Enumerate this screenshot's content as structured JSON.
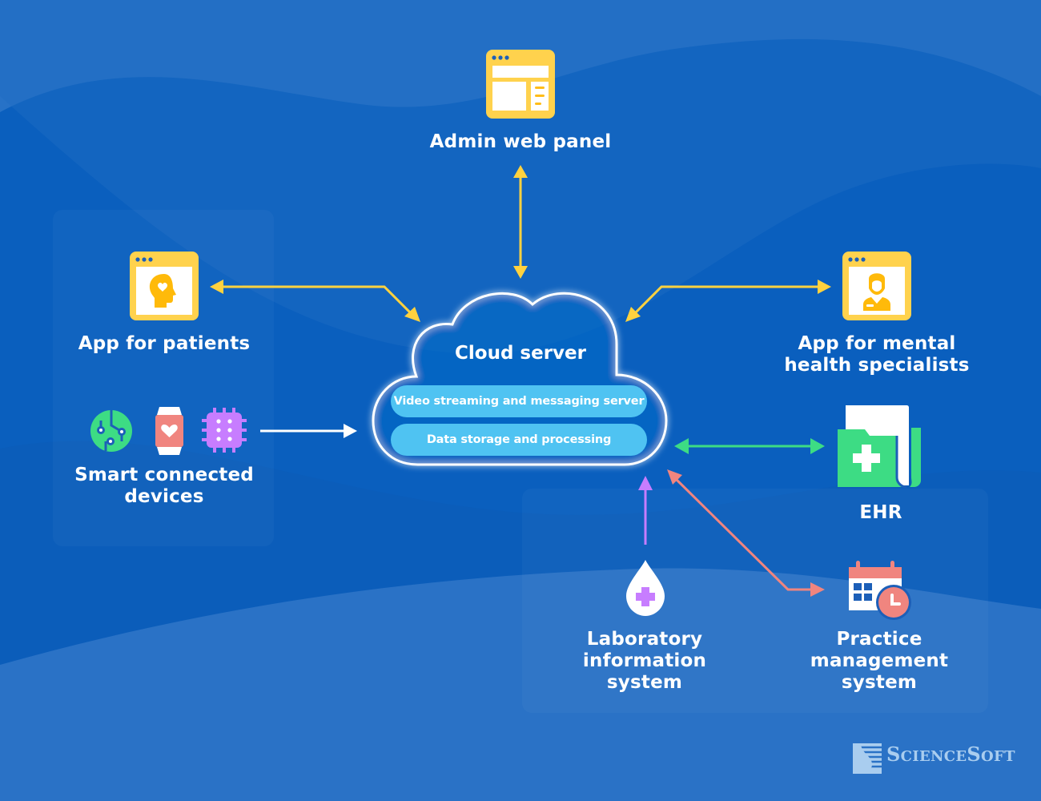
{
  "diagram": {
    "title": "Cloud server",
    "cloud_components": [
      "Video streaming and messaging server",
      "Data storage and processing"
    ],
    "nodes": {
      "admin_panel": {
        "label": "Admin web panel",
        "icon": "browser-window-layout-icon"
      },
      "patient_app": {
        "label": "App for patients",
        "icon": "head-with-heart-icon"
      },
      "specialist_app": {
        "label_line1": "App for mental",
        "label_line2": "health specialists",
        "icon": "doctor-avatar-icon"
      },
      "devices": {
        "label_line1": "Smart connected",
        "label_line2": "devices",
        "icons": [
          "circuit-sphere-icon",
          "smartwatch-heart-icon",
          "microchip-icon"
        ]
      },
      "ehr": {
        "label": "EHR",
        "icon": "medical-folder-icon"
      },
      "lis": {
        "label_line1": "Laboratory",
        "label_line2": "information",
        "label_line3": "system",
        "icon": "blood-drop-cross-icon"
      },
      "pms": {
        "label_line1": "Practice",
        "label_line2": "management",
        "label_line3": "system",
        "icon": "calendar-clock-icon"
      }
    },
    "connections": [
      {
        "from": "admin_panel",
        "to": "cloud",
        "direction": "bidirectional",
        "color": "#ffd23f"
      },
      {
        "from": "patient_app",
        "to": "cloud",
        "direction": "bidirectional",
        "color": "#ffd23f"
      },
      {
        "from": "specialist_app",
        "to": "cloud",
        "direction": "bidirectional",
        "color": "#ffd23f"
      },
      {
        "from": "devices",
        "to": "cloud",
        "direction": "one-way",
        "color": "#ffffff"
      },
      {
        "from": "ehr",
        "to": "cloud",
        "direction": "bidirectional",
        "color": "#3ddc84"
      },
      {
        "from": "lis",
        "to": "cloud",
        "direction": "one-way",
        "color": "#c77dff"
      },
      {
        "from": "pms",
        "to": "cloud",
        "direction": "bidirectional",
        "color": "#f0857f"
      }
    ]
  },
  "colors": {
    "background": "#0a5fbe",
    "accent_yellow": "#ffd23f",
    "accent_green": "#3ddc84",
    "accent_purple": "#c77dff",
    "accent_coral": "#f0857f",
    "pill": "#4fc3f2"
  },
  "branding": {
    "logo_big1": "S",
    "logo_small1": "CIENCE",
    "logo_big2": "S",
    "logo_small2": "OFT"
  }
}
